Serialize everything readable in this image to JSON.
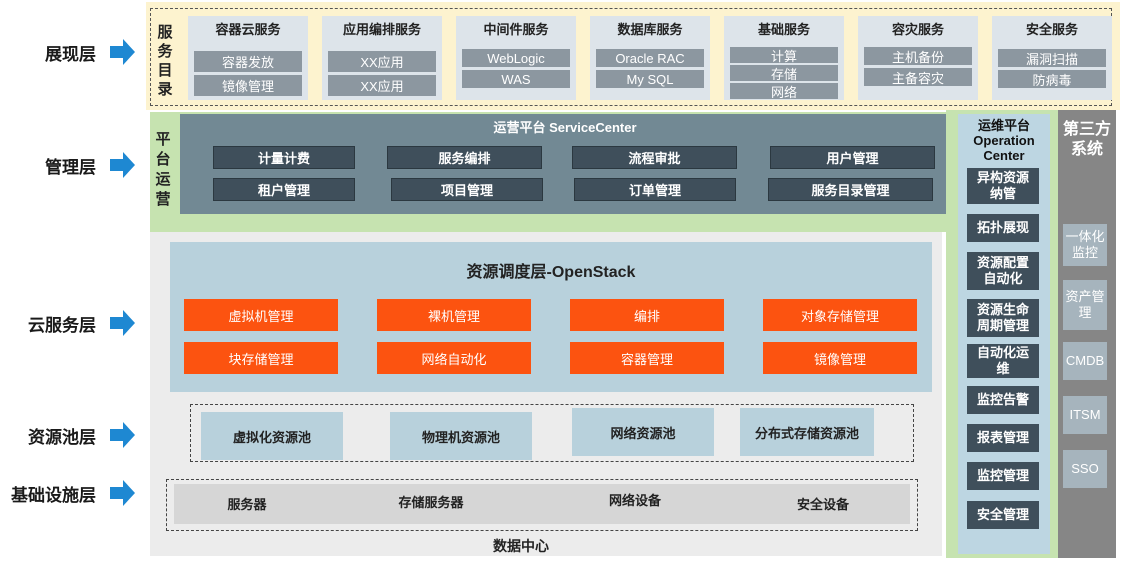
{
  "layers": [
    {
      "label": "展现层"
    },
    {
      "label": "管理层"
    },
    {
      "label": "云服务层"
    },
    {
      "label": "资源池层"
    },
    {
      "label": "基础设施层"
    }
  ],
  "presentation": {
    "side_label": [
      "服",
      "务",
      "目",
      "录"
    ],
    "columns": [
      {
        "title": "容器云服务",
        "items": [
          "容器发放",
          "镜像管理"
        ]
      },
      {
        "title": "应用编排服务",
        "items": [
          "XX应用",
          "XX应用"
        ]
      },
      {
        "title": "中间件服务",
        "items": [
          "WebLogic",
          "WAS"
        ]
      },
      {
        "title": "数据库服务",
        "items": [
          "Oracle RAC",
          "My SQL"
        ]
      },
      {
        "title": "基础服务",
        "items": [
          "计算",
          "存储",
          "网络"
        ]
      },
      {
        "title": "容灾服务",
        "items": [
          "主机备份",
          "主备容灾"
        ]
      },
      {
        "title": "安全服务",
        "items": [
          "漏洞扫描",
          "防病毒"
        ]
      }
    ]
  },
  "management": {
    "side_label": [
      "平",
      "台",
      "运",
      "营"
    ],
    "title": "运营平台 ServiceCenter",
    "row1": [
      "计量计费",
      "服务编排",
      "流程审批",
      "用户管理"
    ],
    "row2": [
      "租户管理",
      "项目管理",
      "订单管理",
      "服务目录管理"
    ]
  },
  "openstack": {
    "title": "资源调度层-OpenStack",
    "row1": [
      "虚拟机管理",
      "裸机管理",
      "编排",
      "对象存储管理"
    ],
    "row2": [
      "块存储管理",
      "网络自动化",
      "容器管理",
      "镜像管理"
    ]
  },
  "pools": [
    "虚拟化资源池",
    "物理机资源池",
    "网络资源池",
    "分布式存储资源池"
  ],
  "infrastructure": {
    "items": [
      "服务器",
      "存储服务器",
      "网络设备",
      "安全设备"
    ],
    "footer": "数据中心"
  },
  "ops_center": {
    "title": [
      "运维平台",
      "Operation",
      "Center"
    ],
    "items": [
      [
        "异构资源",
        "纳管"
      ],
      [
        "拓扑展现"
      ],
      [
        "资源配置",
        "自动化"
      ],
      [
        "资源生命",
        "周期管理"
      ],
      [
        "自动化运",
        "维"
      ],
      [
        "监控告警"
      ],
      [
        "报表管理"
      ],
      [
        "监控管理"
      ],
      [
        "安全管理"
      ]
    ]
  },
  "third_party": {
    "title": [
      "第三方",
      "系统"
    ],
    "items": [
      [
        "一体化",
        "监控"
      ],
      [
        "资产管",
        "理"
      ],
      [
        "CMDB"
      ],
      [
        "ITSM"
      ],
      [
        "SSO"
      ]
    ]
  },
  "colors": {
    "arrow": "#1e88d2",
    "orange": "#fc5310",
    "dark_btn": "#3f4f5b",
    "green": "#c6e3b0",
    "yellow": "#fdf3cf"
  }
}
